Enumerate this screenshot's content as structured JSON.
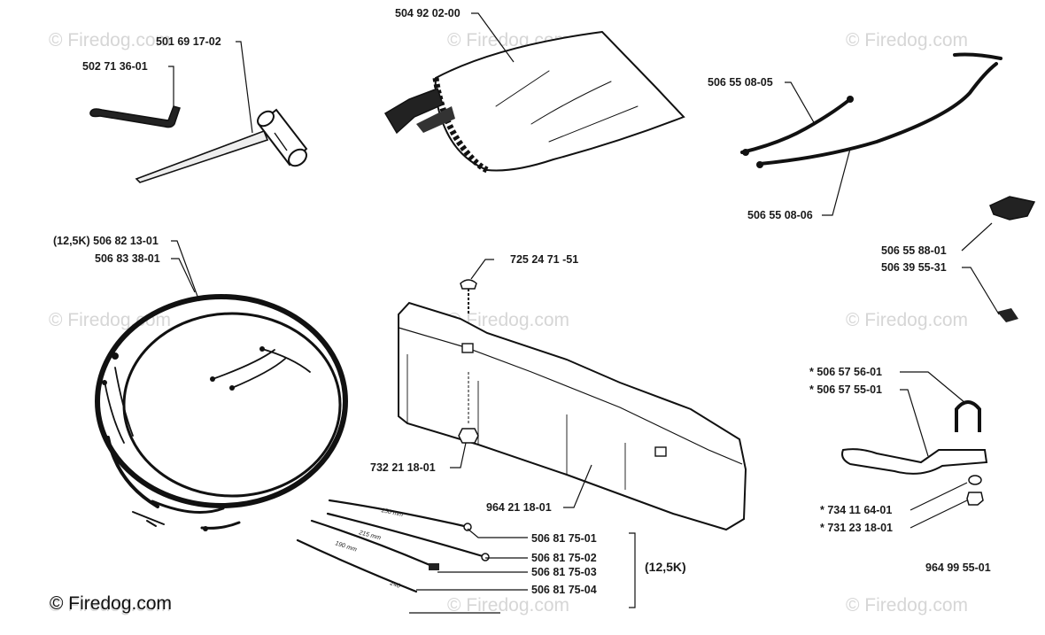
{
  "watermarks": [
    "© Firedog.com",
    "© Firedog.com",
    "© Firedog.com",
    "© Firedog.com",
    "© Firedog.com",
    "© Firedog.com",
    "© Firedog.com",
    "© Firedog.com",
    "© Firedog.com"
  ],
  "copyright": "© Firedog.com",
  "labels": {
    "hex_key": "502 71 36-01",
    "combi_wrench": "501 69 17-02",
    "bag": "504 92 02-00",
    "cable_short": "506 55 08-05",
    "cable_long": "506 55 08-06",
    "harness_12k": "(12,5K) 506 82 13-01",
    "harness": "506 83 38-01",
    "screw": "725 24 71 -51",
    "nut": "732 21 18-01",
    "guard": "964 21 18-01",
    "terminal_a": "506 55 88-01",
    "terminal_b": "506 39 55-31",
    "ubolt_a": "* 506 57 56-01",
    "bracket": "* 506 57 55-01",
    "washer": "* 734 11 64-01",
    "locknut": "* 731 23 18-01",
    "kit": "964 99 55-01",
    "lead_150": "506 81 75-01",
    "lead_215": "506 81 75-02",
    "lead_190": "506 81 75-03",
    "lead_240": "506 81 75-04",
    "group_12k": "(12,5K)"
  },
  "lengths": {
    "l150": "150 mm",
    "l215": "215 mm",
    "l190": "190 mm",
    "l240": "240"
  }
}
